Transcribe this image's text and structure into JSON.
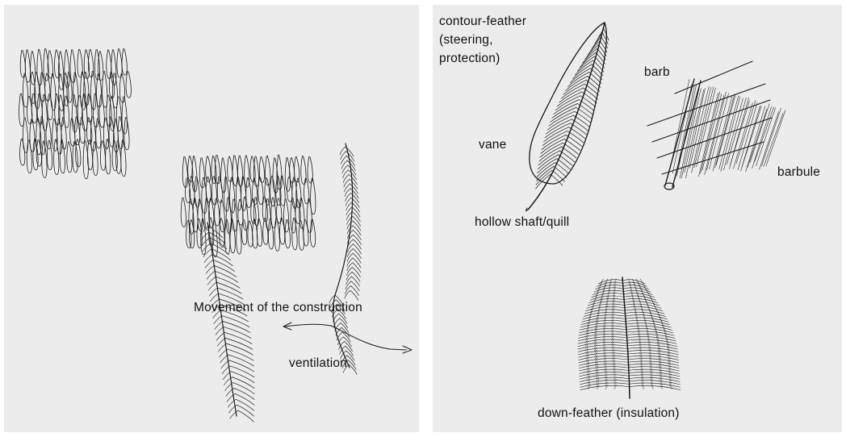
{
  "left_panel": {
    "movement_label": "Movement of the construction",
    "ventilation_label": "ventilation"
  },
  "right_panel": {
    "contour_label": "contour-feather\n(steering,\nprotection)",
    "vane_label": "vane",
    "shaft_label": "hollow shaft/quill",
    "barb_label": "barb",
    "barbule_label": "barbule",
    "down_label": "down-feather (insulation)"
  },
  "colors": {
    "panel_bg": "#ececec",
    "ink": "#1a1a1a",
    "page_bg": "#ffffff"
  }
}
